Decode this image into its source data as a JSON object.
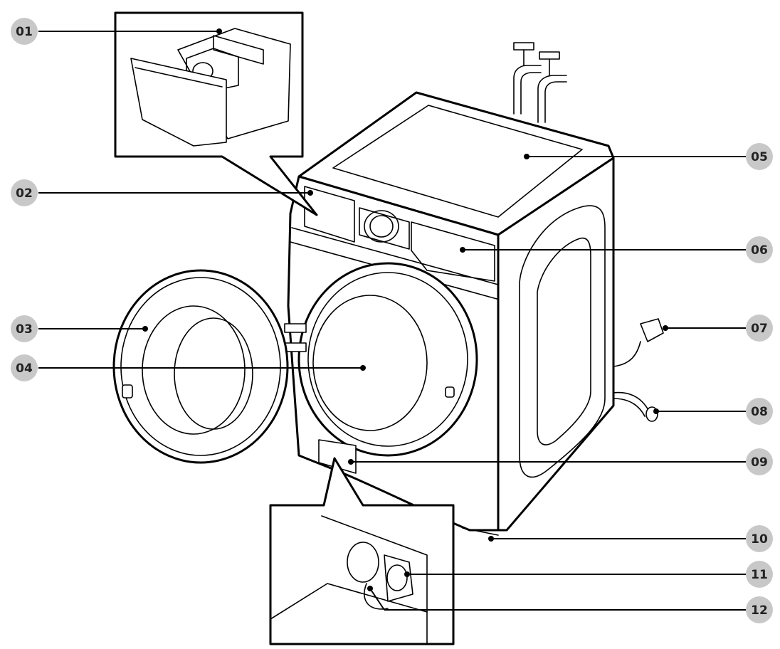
{
  "labels": [
    {
      "id": "01"
    },
    {
      "id": "02"
    },
    {
      "id": "03"
    },
    {
      "id": "04"
    },
    {
      "id": "05"
    },
    {
      "id": "06"
    },
    {
      "id": "07"
    },
    {
      "id": "08"
    },
    {
      "id": "09"
    },
    {
      "id": "10"
    },
    {
      "id": "11"
    },
    {
      "id": "12"
    }
  ],
  "colors": {
    "badge_fill": "#c8c8c8",
    "line": "#000000",
    "background": "#ffffff"
  }
}
